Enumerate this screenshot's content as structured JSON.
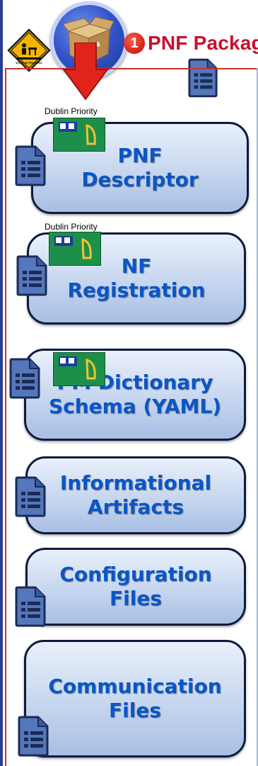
{
  "header": {
    "badge_number": "1",
    "title": "PNF Package",
    "warning_sign_text": "WORK IN PROGRESS"
  },
  "cards": [
    {
      "line1": "PNF",
      "line2": "Descriptor",
      "priority_label": "Dublin Priority",
      "flag": true
    },
    {
      "line1": "NF",
      "line2": "Registration",
      "priority_label": "Dublin Priority",
      "flag": true
    },
    {
      "line1": "PM Dictionary",
      "line2": "Schema (YAML)",
      "priority_label": "",
      "flag": true
    },
    {
      "line1": "Informational",
      "line2": "Artifacts",
      "priority_label": "",
      "flag": false
    },
    {
      "line1": "Configuration",
      "line2": "Files",
      "priority_label": "",
      "flag": false
    },
    {
      "line1": "Communication",
      "line2": "Files",
      "priority_label": "",
      "flag": false
    }
  ],
  "colors": {
    "title_red": "#c8102e",
    "card_text_blue": "#0a56c7",
    "card_border": "#0e1b3d",
    "frame_red": "#d03030",
    "flag_green": "#1e8f4a"
  },
  "icons": [
    "warning-sign-icon",
    "package-box-icon",
    "document-icon",
    "down-arrow-icon",
    "dublin-flag-icon"
  ]
}
